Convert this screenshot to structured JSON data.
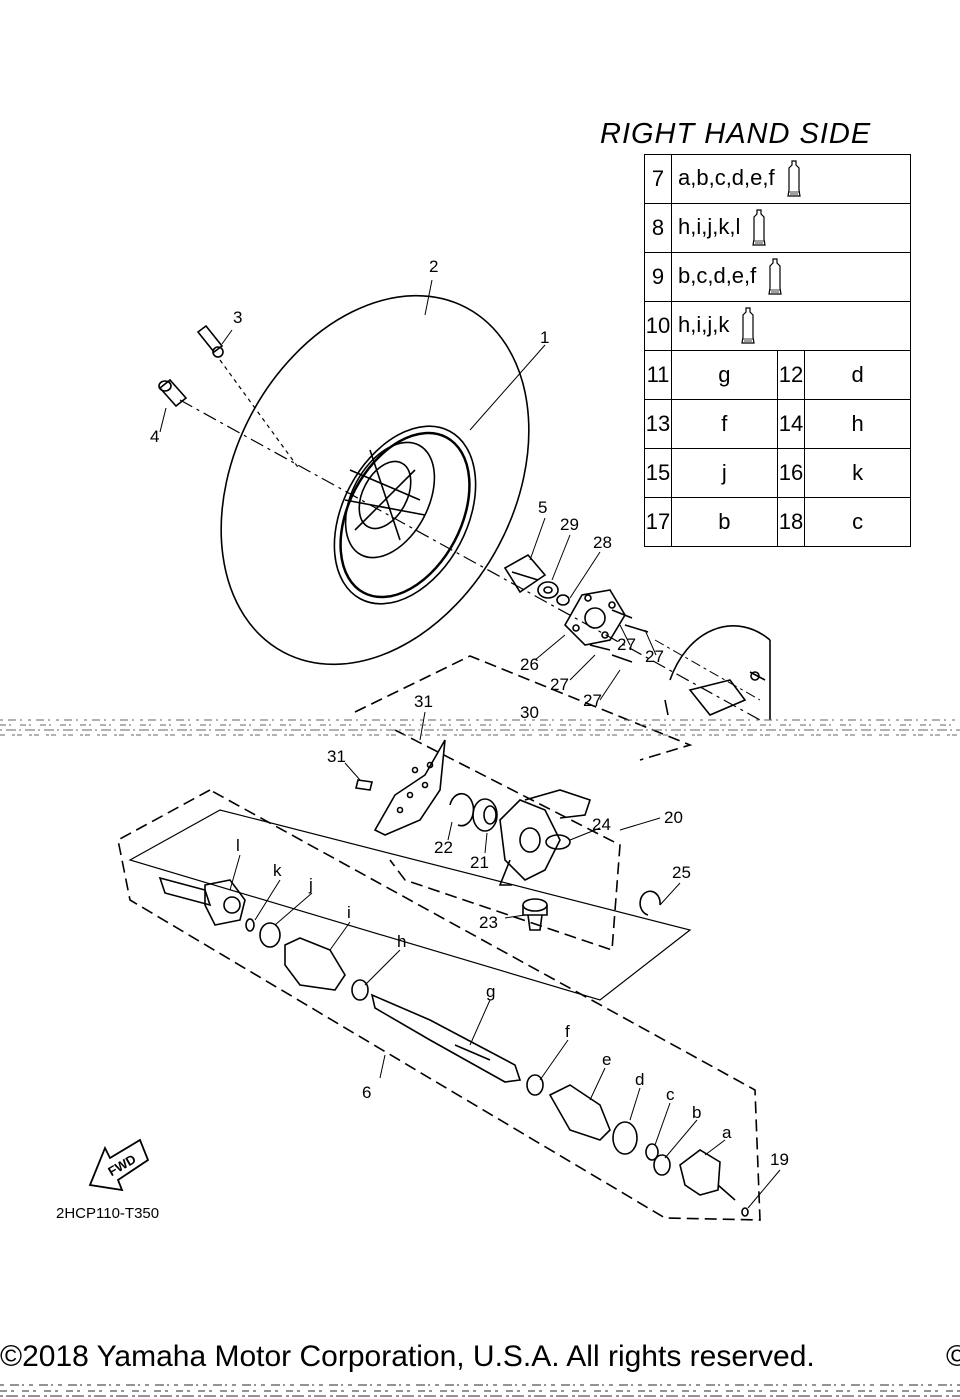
{
  "title": "RIGHT HAND SIDE",
  "legend_wide": [
    {
      "num": "7",
      "text": "a,b,c,d,e,f",
      "icon": "grease-tube-icon"
    },
    {
      "num": "8",
      "text": "h,i,j,k,l",
      "icon": "grease-tube-icon"
    },
    {
      "num": "9",
      "text": "b,c,d,e,f",
      "icon": "grease-tube-icon"
    },
    {
      "num": "10",
      "text": "h,i,j,k",
      "icon": "grease-tube-icon"
    }
  ],
  "legend_pairs": [
    {
      "n1": "11",
      "v1": "g",
      "n2": "12",
      "v2": "d"
    },
    {
      "n1": "13",
      "v1": "f",
      "n2": "14",
      "v2": "h"
    },
    {
      "n1": "15",
      "v1": "j",
      "n2": "16",
      "v2": "k"
    },
    {
      "n1": "17",
      "v1": "b",
      "n2": "18",
      "v2": "c"
    }
  ],
  "part_labels": [
    "1",
    "2",
    "3",
    "4",
    "5",
    "6",
    "19",
    "20",
    "21",
    "22",
    "23",
    "24",
    "25",
    "26",
    "27",
    "27",
    "27",
    "27",
    "28",
    "29",
    "30",
    "31",
    "31",
    "a",
    "b",
    "c",
    "d",
    "e",
    "f",
    "g",
    "h",
    "i",
    "j",
    "k",
    "l"
  ],
  "fwd_label": "FWD",
  "diagram_code": "2HCP110-T350",
  "copyright": "©2018 Yamaha Motor Corporation, U.S.A. All rights reserved.",
  "copyright_fragment": "©"
}
